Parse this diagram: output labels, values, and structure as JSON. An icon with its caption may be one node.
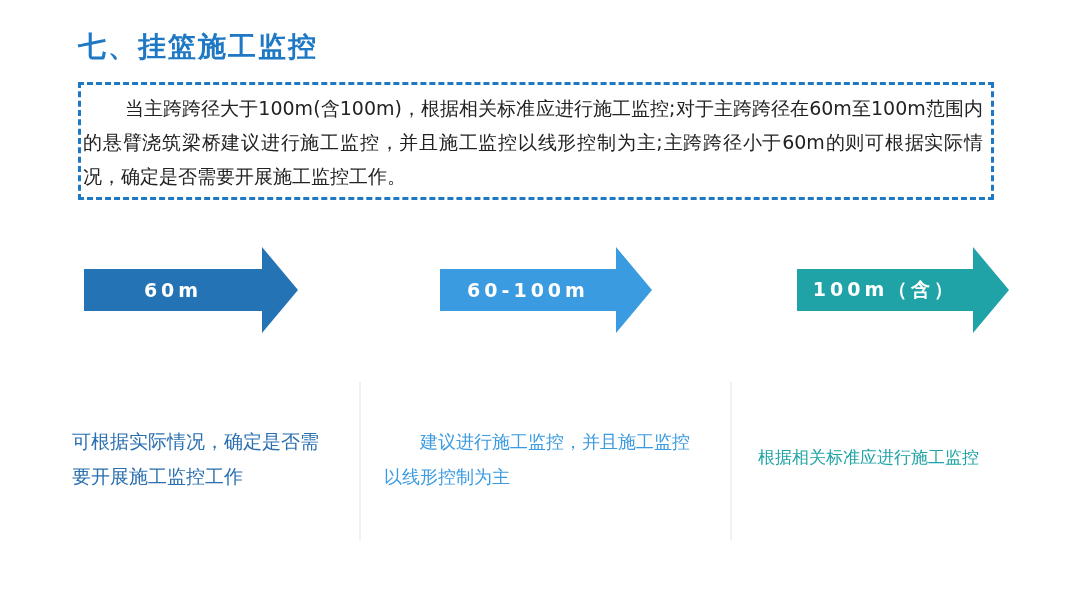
{
  "diagram": {
    "title": "七、挂篮施工监控",
    "nodes": [
      {
        "text": [
          "当主跨跨径大于100m(含100m)，根据相关标准应进行施工监控;对于主跨跨径在60m至100m范围内的悬臂浇筑梁桥建议进行施工监控，并且施工监控以线形控制为主;主跨跨径小于60m的则可根据实际情况，确定是否需要开展施工监控工作。"
        ]
      },
      {
        "text": [
          "60m"
        ]
      },
      {
        "text": [
          "60-100m"
        ]
      },
      {
        "text": [
          "100m（含）"
        ]
      }
    ],
    "labels": [
      "可根据实际情况，确定是否需要开展施工监控工作",
      "建议进行施工监控，并且施工监控以线形控制为主",
      "根据相关标准应进行施工监控"
    ]
  }
}
